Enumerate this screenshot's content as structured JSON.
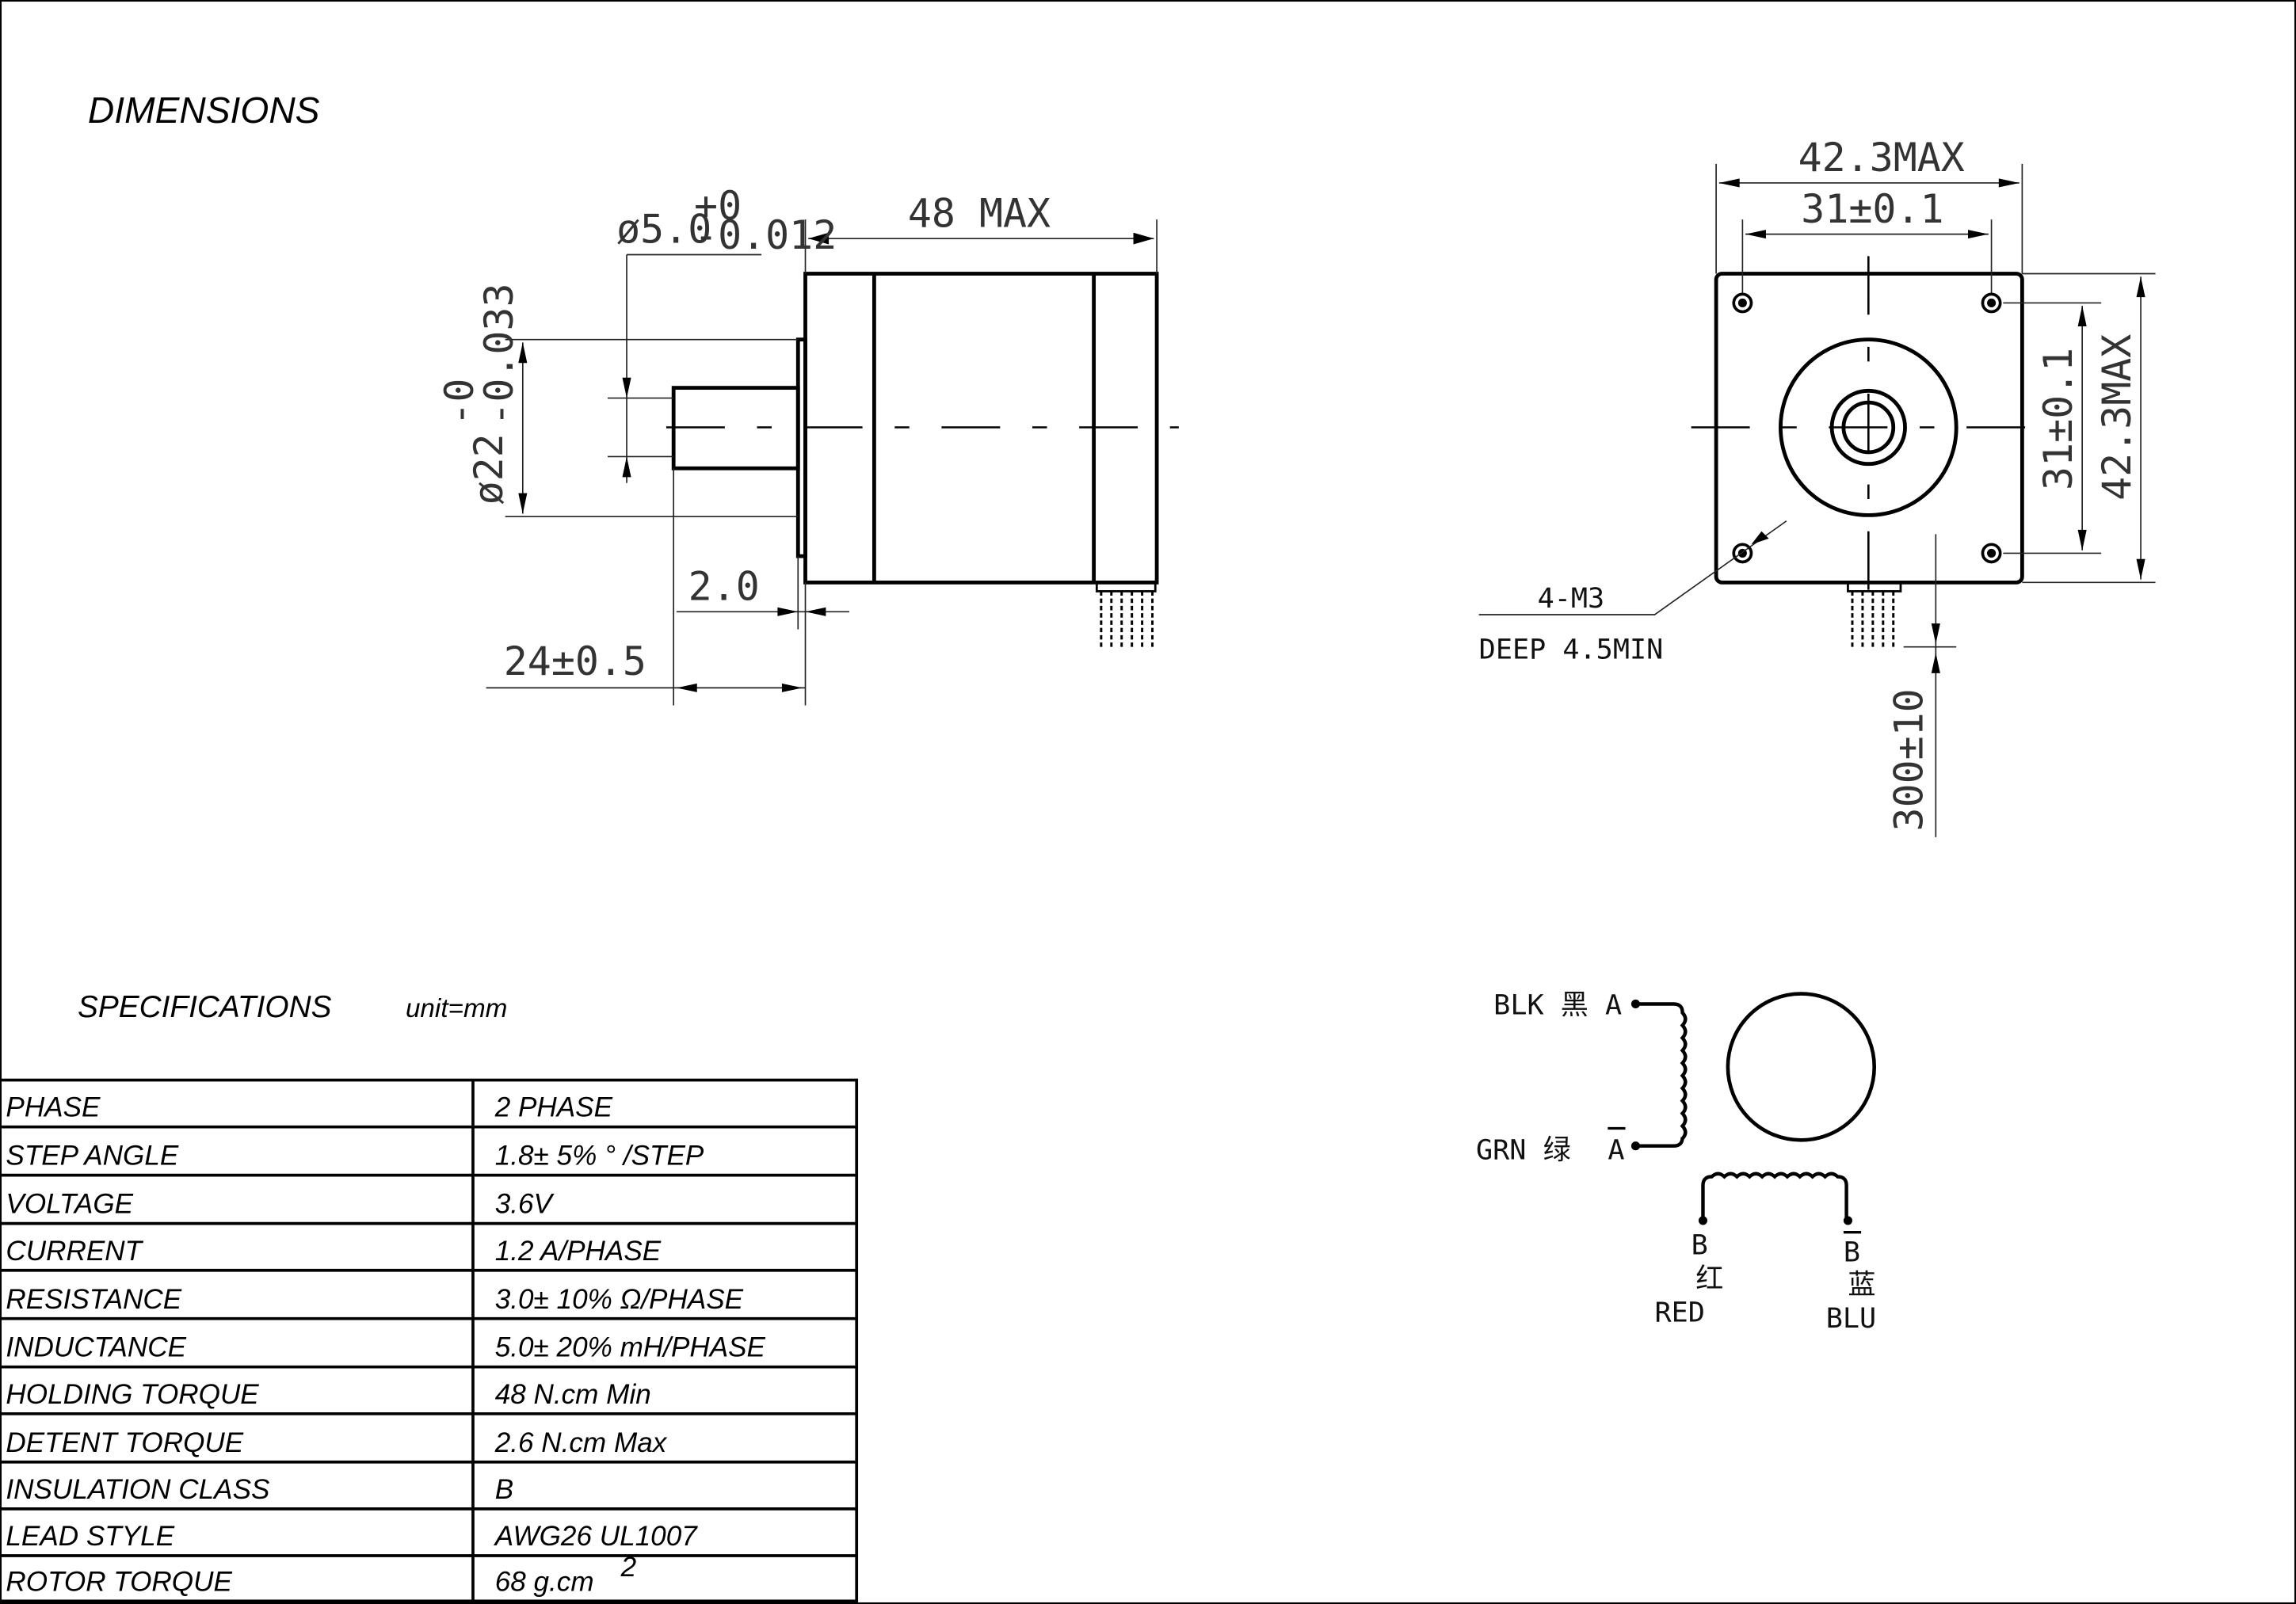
{
  "headings": {
    "dimensions": "DIMENSIONS",
    "specifications": "SPECIFICATIONS",
    "unit": "unit=mm"
  },
  "side_view": {
    "length": "48 MAX",
    "shaft_dia": "ø5.0",
    "shaft_tol_upper": "+0",
    "shaft_tol_lower": "-0.012",
    "boss_dia": "ø22",
    "boss_tol_upper": "-0",
    "boss_tol_lower": "-0.033",
    "boss_height": "2.0",
    "shaft_length": "24±0.5"
  },
  "front_view": {
    "width_max": "42.3MAX",
    "hole_spacing_h": "31±0.1",
    "hole_spacing_v": "31±0.1",
    "height_max": "42.3MAX",
    "holes": "4-M3",
    "holes_depth": "DEEP 4.5MIN",
    "lead_length": "300±10"
  },
  "wiring": {
    "a_label": "BLK 黑 A",
    "a_bar_label": "GRN 绿 ",
    "a_bar": "A",
    "b": "B",
    "b_cn": "红",
    "b_color": "RED",
    "b_bar": "B",
    "b_bar_cn": "蓝",
    "b_bar_color": "BLU"
  },
  "specs": [
    {
      "name": "PHASE",
      "value": "2  PHASE"
    },
    {
      "name": "STEP ANGLE",
      "value": "1.8± 5% ° /STEP"
    },
    {
      "name": "VOLTAGE",
      "value": "3.6V"
    },
    {
      "name": "CURRENT",
      "value": "1.2 A/PHASE"
    },
    {
      "name": "RESISTANCE",
      "value": "3.0± 10%  Ω/PHASE"
    },
    {
      "name": "INDUCTANCE",
      "value": "5.0± 20% mH/PHASE"
    },
    {
      "name": "HOLDING TORQUE",
      "value": "48 N.cm Min"
    },
    {
      "name": "DETENT TORQUE",
      "value": "2.6 N.cm Max"
    },
    {
      "name": "INSULATION CLASS",
      "value": "B"
    },
    {
      "name": "LEAD STYLE",
      "value": "AWG26 UL1007"
    },
    {
      "name": "ROTOR TORQUE",
      "value": "68 g.cm",
      "sup": "2"
    }
  ]
}
